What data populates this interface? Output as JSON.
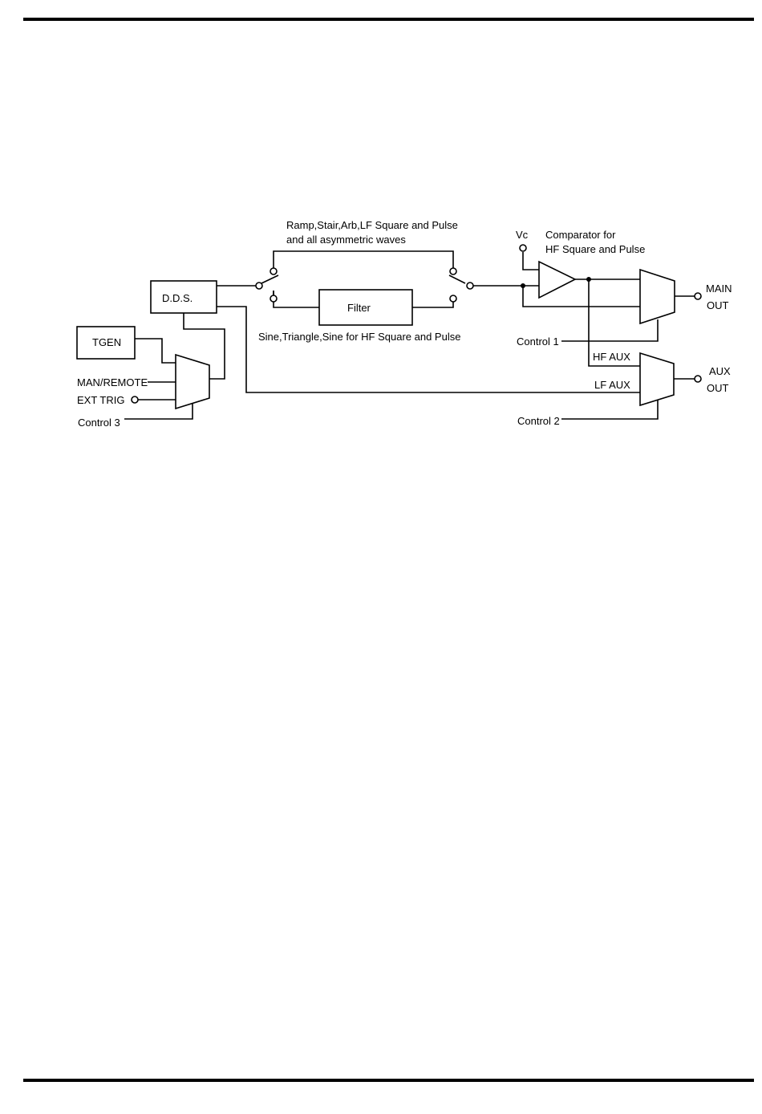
{
  "diagram": {
    "blocks": {
      "dds": "D.D.S.",
      "filter": "Filter",
      "tgen": "TGEN"
    },
    "labels": {
      "upper_path_line1": "Ramp,Stair,Arb,LF Square and Pulse",
      "upper_path_line2": "and all asymmetric waves",
      "lower_path": "Sine,Triangle,Sine for HF Square and Pulse",
      "vc": "Vc",
      "comparator_line1": "Comparator for",
      "comparator_line2": "HF Square and Pulse",
      "man_remote": "MAN/REMOTE",
      "ext_trig": "EXT TRIG",
      "control1": "Control 1",
      "control2": "Control 2",
      "control3": "Control 3",
      "hf_aux": "HF AUX",
      "lf_aux": "LF AUX",
      "main_out_line1": "MAIN",
      "main_out_line2": "OUT",
      "aux_out_line1": "AUX",
      "aux_out_line2": "OUT"
    }
  }
}
